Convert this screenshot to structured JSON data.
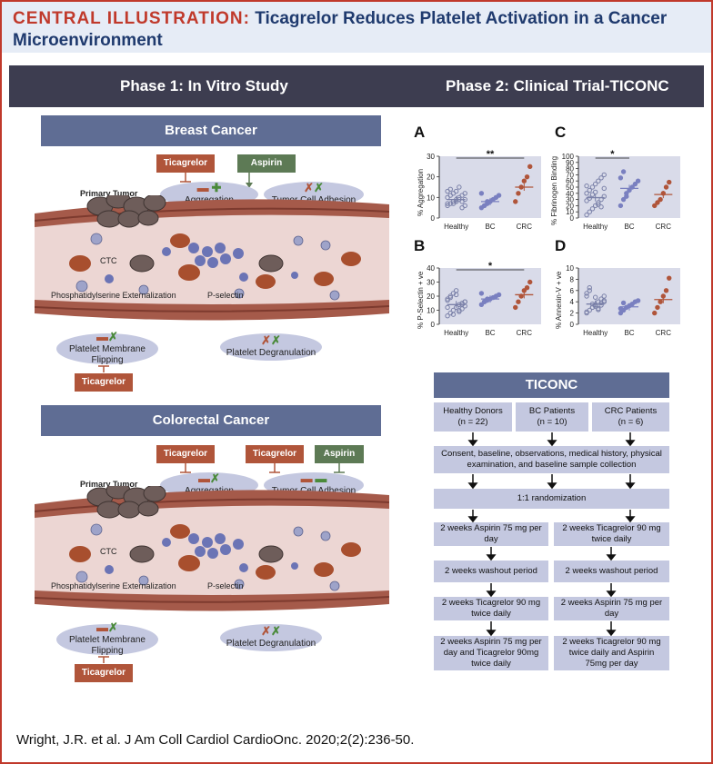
{
  "title": {
    "lead": "CENTRAL ILLUSTRATION:",
    "rest": "Ticagrelor Reduces Platelet Activation in a Cancer Microenvironment"
  },
  "phases": {
    "p1": "Phase 1: In Vitro Study",
    "p2": "Phase 2: Clinical Trial-TICONC"
  },
  "breast": {
    "header": "Breast Cancer",
    "ticagrelor": "Ticagrelor",
    "aspirin": "Aspirin",
    "aggregation": "Aggregation",
    "adhesion": "Tumor Cell Adhesion",
    "primary_tumor": "Primary Tumor",
    "ctc": "CTC",
    "ps_ext": "Phosphatidylserine Externalization",
    "pselectin": "P-selectin",
    "flipping": "Platelet Membrane Flipping",
    "degran": "Platelet Degranulation",
    "ticagrelor2": "Ticagrelor"
  },
  "colorectal": {
    "header": "Colorectal Cancer",
    "ticagrelor": "Ticagrelor",
    "ticagrelor_b": "Ticagrelor",
    "aspirin": "Aspirin",
    "aggregation": "Aggregation",
    "adhesion": "Tumor Cell Adhesion",
    "primary_tumor": "Primary Tumor",
    "ctc": "CTC",
    "ps_ext": "Phosphatidylserine Externalization",
    "pselectin": "P-selectin",
    "flipping": "Platelet Membrane Flipping",
    "degran": "Platelet Degranulation",
    "ticagrelor2": "Ticagrelor"
  },
  "chart_data": [
    {
      "panel": "A",
      "type": "scatter",
      "ylabel": "% Aggregation",
      "categories": [
        "Healthy",
        "BC",
        "CRC"
      ],
      "ylim": [
        0,
        30
      ],
      "yticks": [
        0,
        10,
        20,
        30
      ],
      "sig": "**",
      "sig_between": [
        "Healthy",
        "CRC"
      ],
      "points": [
        [
          6,
          7,
          8,
          9,
          10,
          11,
          12,
          13,
          14,
          7,
          8,
          9,
          5,
          6,
          10,
          11,
          12,
          13,
          15,
          8,
          9,
          7
        ],
        [
          5,
          6,
          7,
          8,
          9,
          10,
          11,
          12,
          6,
          8
        ],
        [
          8,
          12,
          15,
          18,
          20,
          25
        ]
      ],
      "means": [
        9,
        8,
        15
      ]
    },
    {
      "panel": "C",
      "type": "scatter",
      "ylabel": "% Fibrinogen Binding",
      "categories": [
        "Healthy",
        "BC",
        "CRC"
      ],
      "ylim": [
        0,
        100
      ],
      "yticks": [
        0,
        10,
        20,
        30,
        40,
        50,
        60,
        70,
        80,
        90,
        100
      ],
      "sig": "*",
      "sig_between": [
        "Healthy",
        "BC"
      ],
      "points": [
        [
          5,
          10,
          15,
          20,
          25,
          30,
          35,
          40,
          45,
          50,
          55,
          60,
          65,
          70,
          28,
          32,
          38,
          42,
          22,
          18,
          48,
          52
        ],
        [
          20,
          30,
          35,
          45,
          50,
          55,
          60,
          65,
          75,
          40
        ],
        [
          20,
          25,
          30,
          40,
          50,
          58
        ]
      ],
      "means": [
        33,
        48,
        38
      ]
    },
    {
      "panel": "B",
      "type": "scatter",
      "ylabel": "% P-Selectin + ve",
      "categories": [
        "Healthy",
        "BC",
        "CRC"
      ],
      "ylim": [
        0,
        40
      ],
      "yticks": [
        0,
        10,
        20,
        30,
        40
      ],
      "sig": "*",
      "sig_between": [
        "Healthy",
        "CRC"
      ],
      "points": [
        [
          6,
          8,
          10,
          12,
          14,
          15,
          16,
          18,
          20,
          22,
          24,
          9,
          11,
          13,
          17,
          19,
          7,
          21,
          10,
          14,
          16,
          12
        ],
        [
          14,
          16,
          17,
          18,
          19,
          20,
          21,
          22,
          16,
          18
        ],
        [
          12,
          16,
          20,
          24,
          26,
          30
        ]
      ],
      "means": [
        14,
        18,
        21
      ]
    },
    {
      "panel": "D",
      "type": "scatter",
      "ylabel": "% Annexin-V + ve",
      "categories": [
        "Healthy",
        "BC",
        "CRC"
      ],
      "ylim": [
        0,
        10
      ],
      "yticks": [
        0,
        2,
        4,
        6,
        8,
        10
      ],
      "sig": "",
      "sig_between": [],
      "points": [
        [
          2,
          2.5,
          3,
          3.5,
          4,
          4.5,
          5,
          5.5,
          6,
          3,
          3.2,
          2.8,
          3.8,
          4.2,
          2.2,
          6.5,
          3.6,
          4.8,
          2.6,
          3.4,
          4,
          5
        ],
        [
          2,
          2.5,
          3,
          3.3,
          3.6,
          4,
          4.2,
          2.8,
          3.8,
          3
        ],
        [
          2,
          3,
          4,
          5,
          6,
          8.2
        ]
      ],
      "means": [
        3.6,
        3.1,
        4.4
      ]
    }
  ],
  "ticonc": {
    "header": "TICONC",
    "groups": [
      {
        "name": "Healthy Donors",
        "n": "(n = 22)"
      },
      {
        "name": "BC Patients",
        "n": "(n = 10)"
      },
      {
        "name": "CRC Patients",
        "n": "(n = 6)"
      }
    ],
    "consent": "Consent, baseline, observations, medical history, physical examination, and baseline sample collection",
    "randomization": "1:1 randomization",
    "left": [
      "2 weeks Aspirin 75 mg per day",
      "2 weeks washout period",
      "2 weeks Ticagrelor 90 mg twice daily",
      "2 weeks Aspirin 75 mg per day and Ticagrelor 90mg twice daily"
    ],
    "right": [
      "2 weeks Ticagrelor 90 mg twice daily",
      "2 weeks washout period",
      "2 weeks Aspirin 75 mg per day",
      "2 weeks Ticagrelor 90 mg twice daily and Aspirin 75mg per day"
    ]
  },
  "citation": "Wright, J.R. et al. J Am Coll Cardiol CardioOnc. 2020;2(2):236-50.",
  "colors": {
    "border": "#c0392b",
    "title": "#1f3a6e",
    "phase_bar": "#3d3d50",
    "header_box": "#5f6d94",
    "ticagrelor": "#b0553a",
    "aspirin": "#5d7a55",
    "ellipse": "#c4c8e0",
    "vessel": "#a55a4a",
    "healthy": "#7a80a8",
    "bc": "#7a80c0",
    "crc": "#b0553a"
  }
}
